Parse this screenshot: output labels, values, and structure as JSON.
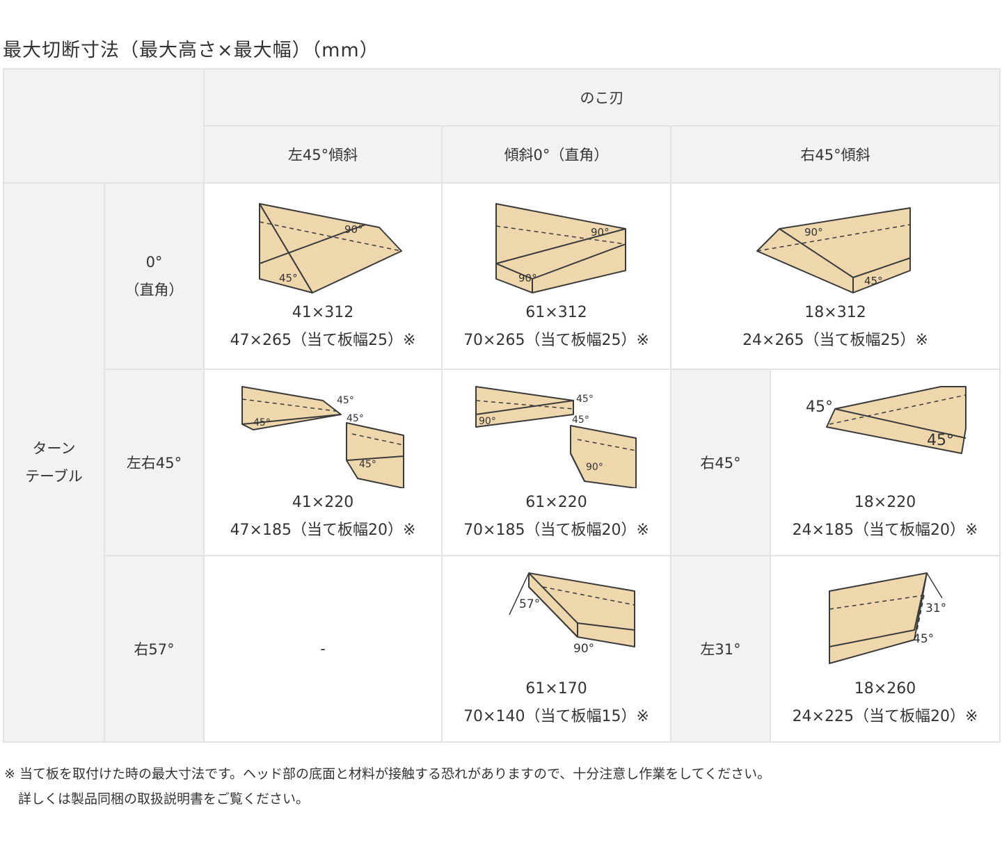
{
  "title": "最大切断寸法（最大高さ×最大幅）（mm）",
  "header": {
    "saw_blade": "のこ刃",
    "cols": [
      "左45°傾斜",
      "傾斜0°（直角）",
      "右45°傾斜"
    ]
  },
  "turntable": {
    "line1": "ターン",
    "line2": "テーブル"
  },
  "rows": [
    {
      "label_line1": "0°",
      "label_line2": "（直角）",
      "cells": [
        {
          "dim1": "41×312",
          "dim2": "47×265（当て板幅25）※",
          "angles": [
            "90°",
            "45°"
          ]
        },
        {
          "dim1": "61×312",
          "dim2": "70×265（当て板幅25）※",
          "angles": [
            "90°",
            "90°"
          ]
        },
        {
          "dim1": "18×312",
          "dim2": "24×265（当て板幅25）※",
          "angles": [
            "90°",
            "45°"
          ]
        }
      ]
    },
    {
      "label_line1": "左右45°",
      "cells": [
        {
          "dim1": "41×220",
          "dim2": "47×185（当て板幅20）※",
          "angles": [
            "45°",
            "45°",
            "45°",
            "45°"
          ]
        },
        {
          "dim1": "61×220",
          "dim2": "70×185（当て板幅20）※",
          "angles": [
            "90°",
            "45°",
            "45°",
            "90°"
          ]
        },
        {
          "sublabel": "右45°",
          "dim1": "18×220",
          "dim2": "24×185（当て板幅20）※",
          "angles": [
            "45°",
            "45°"
          ]
        }
      ]
    },
    {
      "label_line1": "右57°",
      "cells": [
        {
          "empty": "-"
        },
        {
          "dim1": "61×170",
          "dim2": "70×140（当て板幅15）※",
          "angles": [
            "57°",
            "90°"
          ]
        },
        {
          "sublabel": "左31°",
          "dim1": "18×260",
          "dim2": "24×225（当て板幅20）※",
          "angles": [
            "31°",
            "45°"
          ]
        }
      ]
    }
  ],
  "notes": {
    "line1": "※ 当て板を取付けた時の最大寸法です。ヘッド部の底面と材料が接触する恐れがありますので、十分注意し作業をしてください。",
    "line2": "詳しくは製品同梱の取扱説明書をご覧ください。"
  },
  "colors": {
    "wood": "#eed7ad",
    "outline": "#3a3a3a",
    "header_bg": "#f2f2f2",
    "border": "#e3e3e3"
  }
}
